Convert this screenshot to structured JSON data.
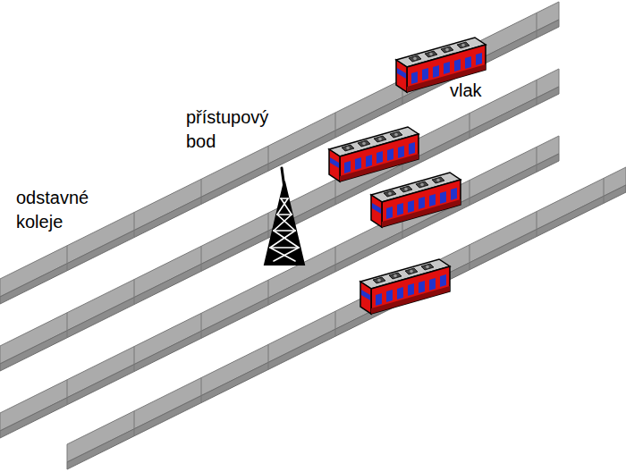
{
  "diagram": {
    "labels": [
      "odstavné koleje",
      "přístupový bod",
      "vlak"
    ]
  }
}
